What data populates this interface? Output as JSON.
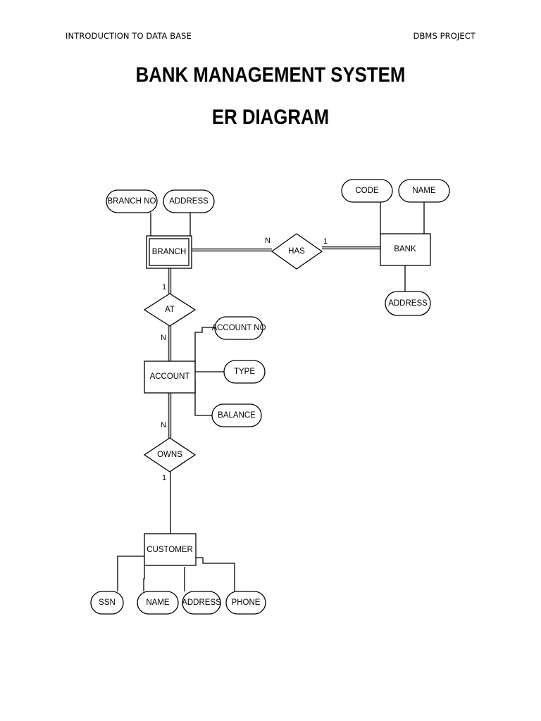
{
  "header": {
    "left": "INTRODUCTION TO DATA BASE",
    "right": "DBMS PROJECT"
  },
  "title": "BANK MANAGEMENT SYSTEM",
  "subtitle": "ER DIAGRAM",
  "diagram": {
    "entities": {
      "branch": "BRANCH",
      "bank": "BANK",
      "account": "ACCOUNT",
      "customer": "CUSTOMER"
    },
    "relationships": {
      "has": "HAS",
      "at": "AT",
      "owns": "OWNS"
    },
    "attributes": {
      "branch_no": "BRANCH NO",
      "branch_address": "ADDRESS",
      "bank_code": "CODE",
      "bank_name": "NAME",
      "bank_address": "ADDRESS",
      "account_no": "ACCOUNT NO",
      "account_type": "TYPE",
      "account_balance": "BALANCE",
      "customer_ssn": "SSN",
      "customer_name": "NAME",
      "customer_address": "ADDRESS",
      "customer_phone": "PHONE"
    },
    "cardinalities": {
      "branch_has": "N",
      "bank_has": "1",
      "branch_at": "1",
      "account_at": "N",
      "account_owns": "N",
      "customer_owns": "1"
    }
  }
}
